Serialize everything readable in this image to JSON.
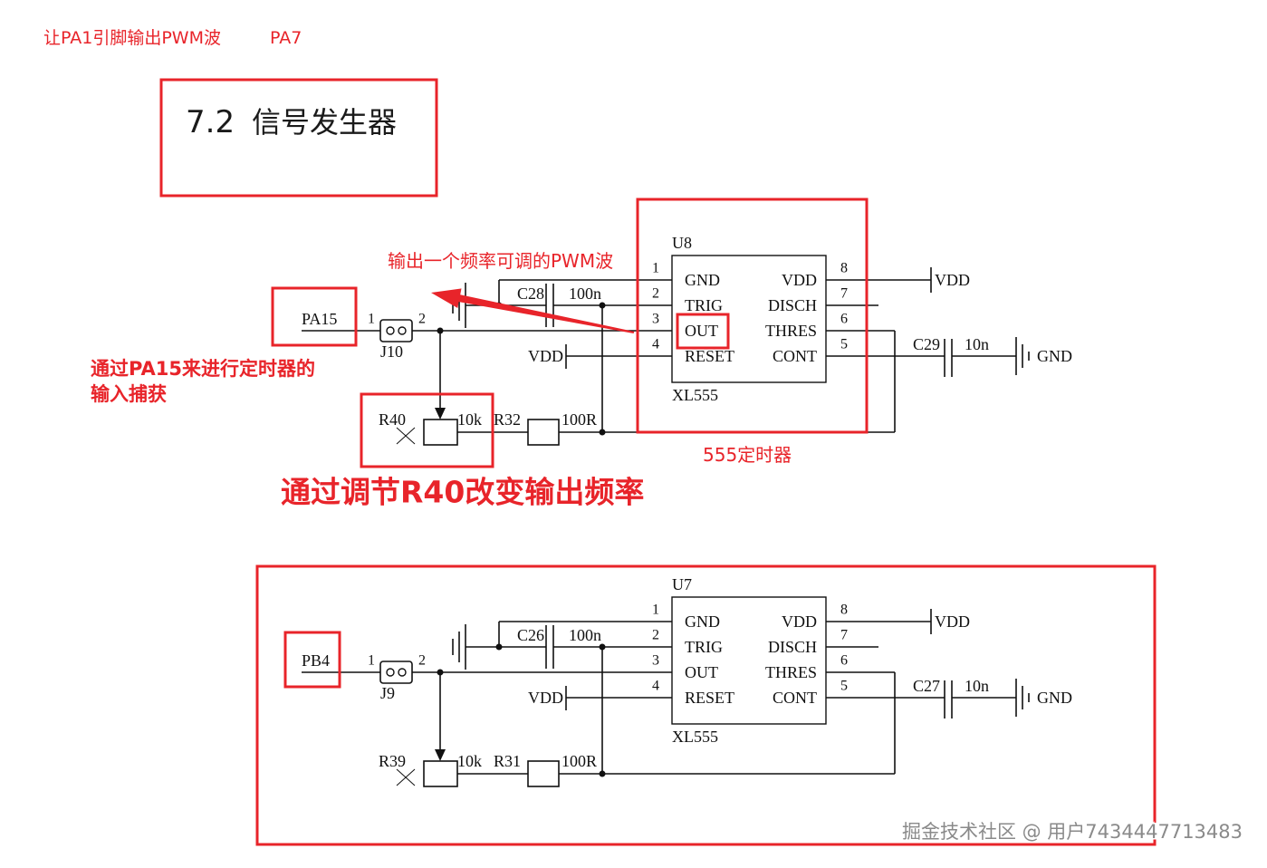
{
  "annotations": {
    "top_note": "让PA1引脚输出PWM波",
    "top_pin": "PA7",
    "section_number": "7.2",
    "section_title": "信号发生器",
    "output_note": "输出一个频率可调的PWM波",
    "capture_note_line1": "通过PA15来进行定时器的",
    "capture_note_line2": "输入捕获",
    "timer_label": "555定时器",
    "adjust_note": "通过调节R40改变输出频率"
  },
  "circuits": [
    {
      "ic_ref": "U8",
      "ic_part": "XL555",
      "pins_left": [
        {
          "num": "1",
          "name": "GND"
        },
        {
          "num": "2",
          "name": "TRIG"
        },
        {
          "num": "3",
          "name": "OUT"
        },
        {
          "num": "4",
          "name": "RESET"
        }
      ],
      "pins_right": [
        {
          "num": "8",
          "name": "VDD"
        },
        {
          "num": "7",
          "name": "DISCH"
        },
        {
          "num": "6",
          "name": "THRES"
        },
        {
          "num": "5",
          "name": "CONT"
        }
      ],
      "vdd_supply": "VDD",
      "reset_supply": "VDD",
      "cont_cap_ref": "C29",
      "cont_cap_value": "10n",
      "ground": "GND",
      "trig_cap_ref": "C28",
      "trig_cap_value": "100n",
      "port": "PA15",
      "jumper_ref": "J10",
      "jumper_pin1": "1",
      "jumper_pin2": "2",
      "pot_ref": "R40",
      "pot_value": "10k",
      "res_ref": "R32",
      "res_value": "100R"
    },
    {
      "ic_ref": "U7",
      "ic_part": "XL555",
      "pins_left": [
        {
          "num": "1",
          "name": "GND"
        },
        {
          "num": "2",
          "name": "TRIG"
        },
        {
          "num": "3",
          "name": "OUT"
        },
        {
          "num": "4",
          "name": "RESET"
        }
      ],
      "pins_right": [
        {
          "num": "8",
          "name": "VDD"
        },
        {
          "num": "7",
          "name": "DISCH"
        },
        {
          "num": "6",
          "name": "THRES"
        },
        {
          "num": "5",
          "name": "CONT"
        }
      ],
      "vdd_supply": "VDD",
      "reset_supply": "VDD",
      "cont_cap_ref": "C27",
      "cont_cap_value": "10n",
      "ground": "GND",
      "trig_cap_ref": "C26",
      "trig_cap_value": "100n",
      "port": "PB4",
      "jumper_ref": "J9",
      "jumper_pin1": "1",
      "jumper_pin2": "2",
      "pot_ref": "R39",
      "pot_value": "10k",
      "res_ref": "R31",
      "res_value": "100R"
    }
  ],
  "watermark": "掘金技术社区 @ 用户7434447713483",
  "colors": {
    "annotation": "#e8242a",
    "ink": "#111111",
    "watermark": "#8a8a8a"
  }
}
